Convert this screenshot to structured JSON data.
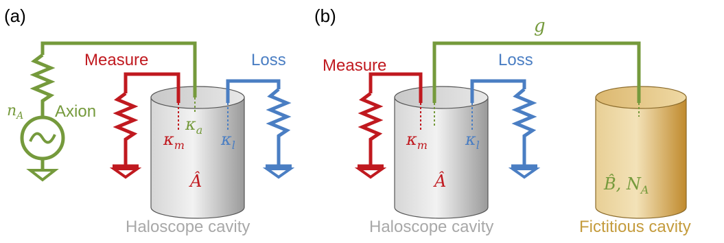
{
  "panels": {
    "a": {
      "label": "(a)",
      "measure": "Measure",
      "loss": "Loss",
      "axion": "Axion",
      "n_sym": "n",
      "n_sub": "A",
      "kappa_m_sym": "κ",
      "kappa_m_sub": "m",
      "kappa_a_sym": "κ",
      "kappa_a_sub": "a",
      "kappa_l_sym": "κ",
      "kappa_l_sub": "l",
      "operator": "Â",
      "cavity_label": "Haloscope cavity"
    },
    "b": {
      "label": "(b)",
      "coupling": "g",
      "measure": "Measure",
      "loss": "Loss",
      "kappa_m_sym": "κ",
      "kappa_m_sub": "m",
      "kappa_l_sym": "κ",
      "kappa_l_sub": "l",
      "operator": "Â",
      "fict_operator": "B̂, N",
      "fict_sub": "A",
      "cavity_label": "Haloscope cavity",
      "fict_label": "Fictitious cavity"
    }
  },
  "colors": {
    "measure": "#c0191f",
    "loss": "#4a7ec3",
    "axion": "#759a3c",
    "cavity_gray": "#a8a8a8",
    "fict_gold": "#c49b3c"
  }
}
